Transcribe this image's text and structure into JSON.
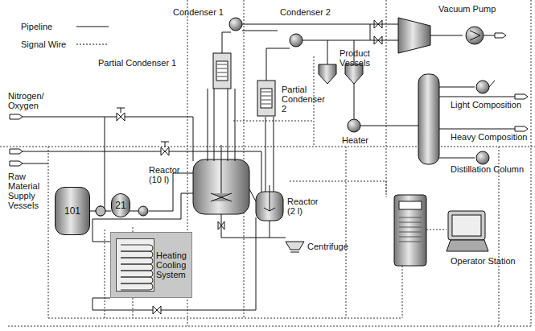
{
  "diagram": {
    "nodes": [
      {
        "text": [
          "101"
        ]
      },
      {
        "text": [
          "21"
        ]
      },
      {
        "text": [
          "Heating Cooling System"
        ]
      }
    ],
    "edges": [
      {
        "from": 0,
        "to": 1,
        "arrow": "none"
      }
    ],
    "labels": [
      "Condenser 1",
      "Condenser 2",
      "Vacuum Pump",
      "Partial Condenser 1",
      "Partial Condenser 2",
      "Product Vessels",
      "Nitrogen/ Oxygen",
      "Heater",
      "Light Composition",
      "Heavy Composition",
      "Raw Material Supply Vessels",
      "Reactor (10 l)",
      "Reactor (2 l)",
      "Centrifuge",
      "Distillation Column",
      "Operator Station"
    ],
    "legend": [
      {
        "text": "Pipeline"
      },
      {
        "text": "Signal Wire"
      }
    ]
  }
}
